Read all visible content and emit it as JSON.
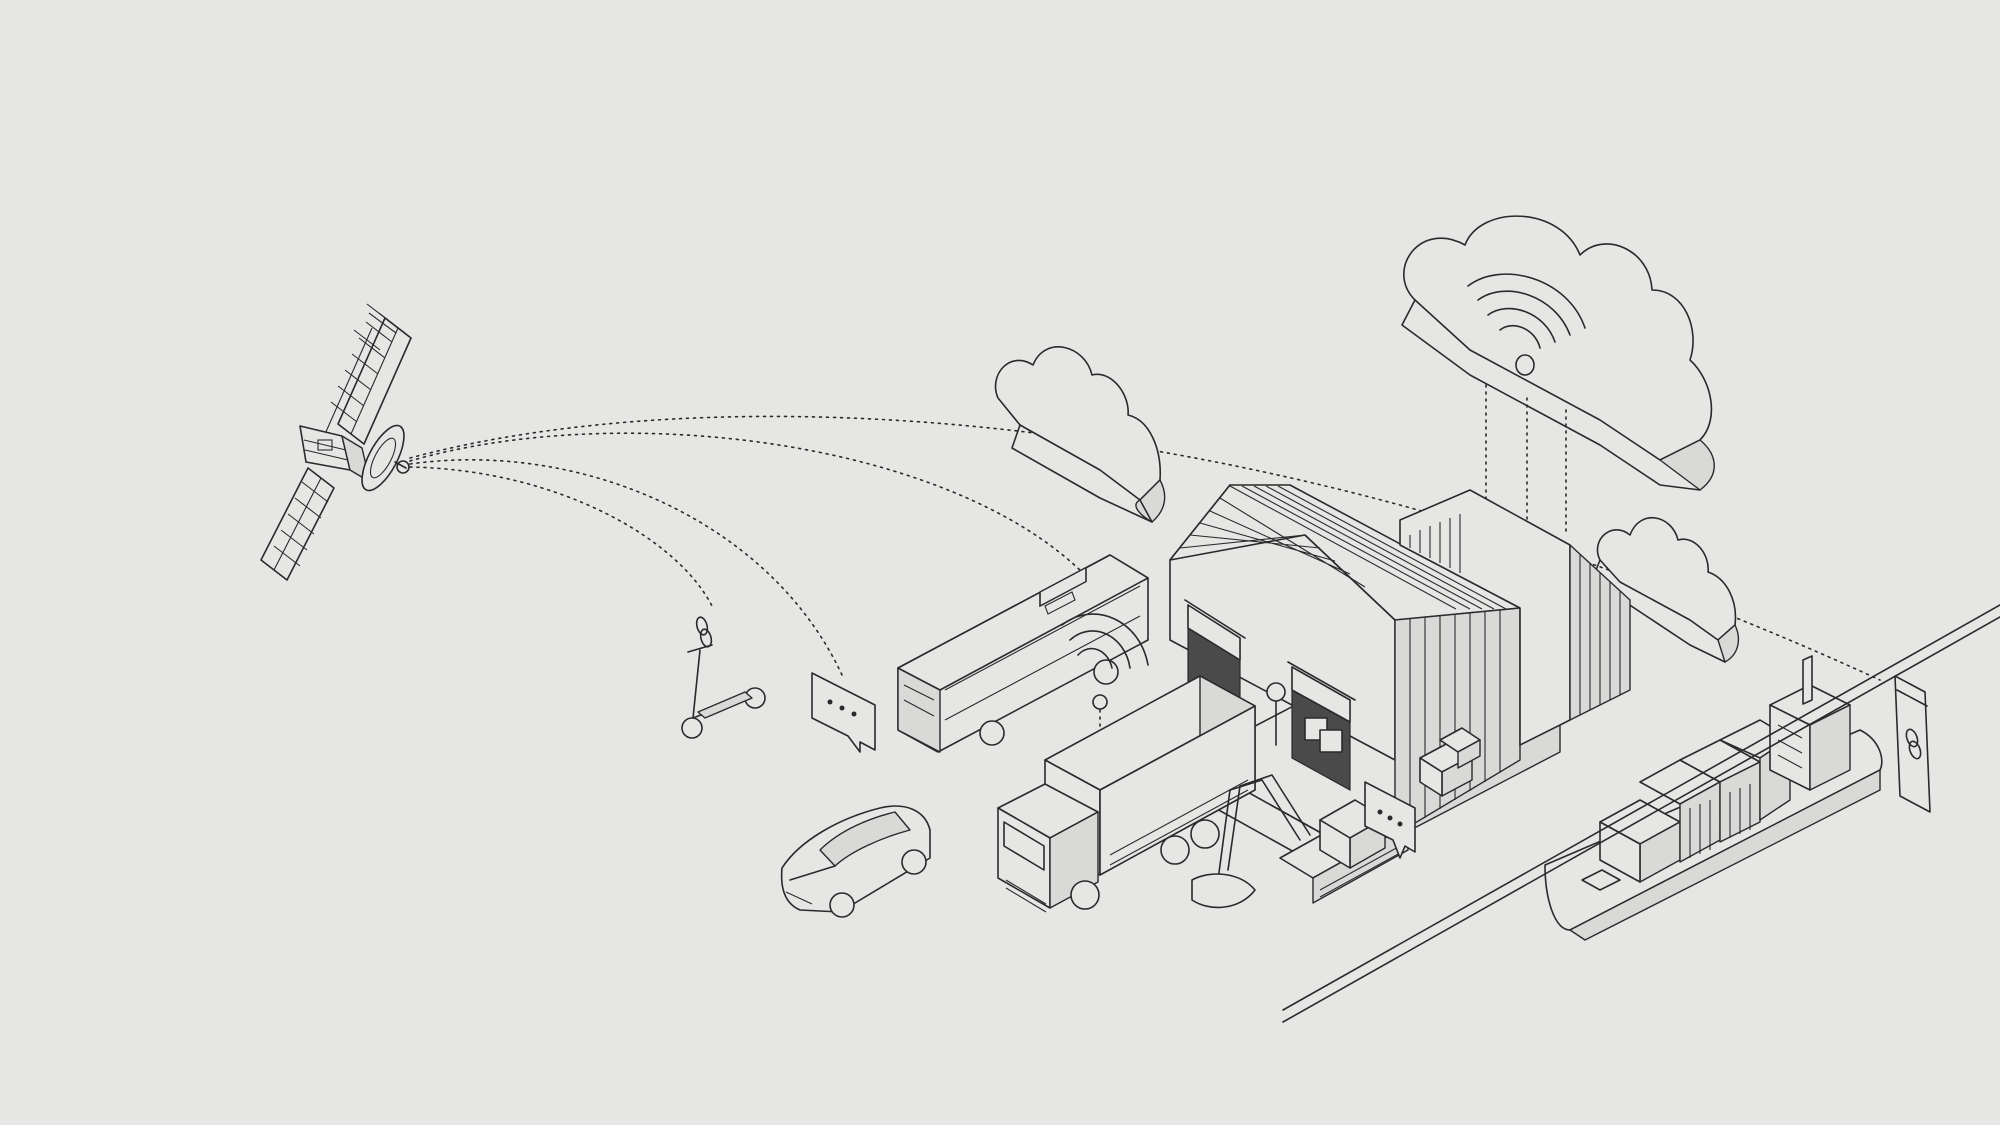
{
  "scene": {
    "background": "#e6e7e5",
    "line_color": "#2a2a2a",
    "style": "isometric line-art illustration",
    "elements": [
      "satellite",
      "cloud-wifi",
      "cloud",
      "warehouse",
      "bus",
      "truck",
      "excavator",
      "car",
      "e-scooter",
      "cargo-ship",
      "smartphone",
      "chat-bubble",
      "wifi-signal",
      "link-icon"
    ]
  }
}
